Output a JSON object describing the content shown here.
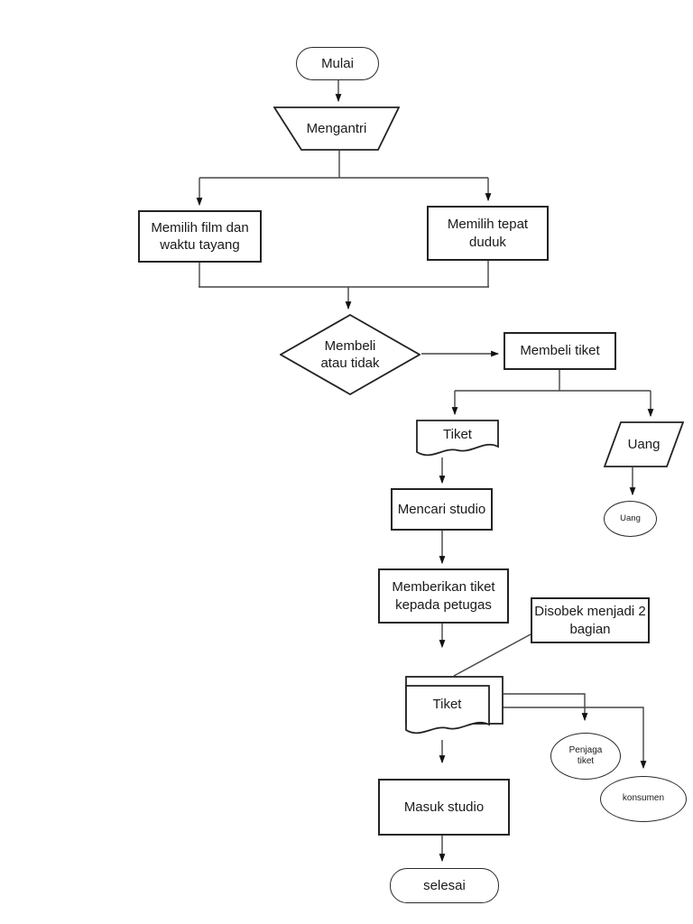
{
  "colors": {
    "background": "#ffffff",
    "shape_fill": "#ffffff",
    "shape_border": "#222222",
    "connector": "#454545",
    "text": "#1a1a1a"
  },
  "nodes": {
    "mulai": {
      "label": "Mulai",
      "type": "terminator"
    },
    "mengantri": {
      "label": "Mengantri",
      "type": "trapezoid-manual-operation"
    },
    "memilih_film": {
      "label": "Memilih film dan\nwaktu tayang",
      "type": "process"
    },
    "memilih_duduk": {
      "label": "Memilih tepat\nduduk",
      "type": "process"
    },
    "membeli_atau_tidak": {
      "label": "Membeli\natau tidak",
      "type": "decision"
    },
    "membeli_tiket": {
      "label": "Membeli tiket",
      "type": "process"
    },
    "tiket_dokumen": {
      "label": "Tiket",
      "type": "document"
    },
    "uang_data": {
      "label": "Uang",
      "type": "parallelogram-input-output"
    },
    "uang_terminal": {
      "label": "Uang",
      "type": "ellipse"
    },
    "mencari_studio": {
      "label": "Mencari studio",
      "type": "process"
    },
    "memberikan_tiket": {
      "label": "Memberikan tiket\nkepada petugas",
      "type": "process"
    },
    "disobek": {
      "label": "Disobek menjadi 2\nbagian",
      "type": "annotation-process"
    },
    "tiket_dokumen_2": {
      "label": "Tiket",
      "type": "stacked-document"
    },
    "penjaga_tiket": {
      "label": "Penjaga\ntiket",
      "type": "ellipse"
    },
    "konsumen": {
      "label": "konsumen",
      "type": "ellipse"
    },
    "masuk_studio": {
      "label": "Masuk studio",
      "type": "process"
    },
    "selesai": {
      "label": "selesai",
      "type": "terminator"
    }
  },
  "edges": [
    {
      "from": "mulai",
      "to": "mengantri"
    },
    {
      "from": "mengantri",
      "to": "memilih_film"
    },
    {
      "from": "mengantri",
      "to": "memilih_duduk"
    },
    {
      "from": "memilih_film",
      "to": "membeli_atau_tidak"
    },
    {
      "from": "memilih_duduk",
      "to": "membeli_atau_tidak"
    },
    {
      "from": "membeli_atau_tidak",
      "to": "membeli_tiket"
    },
    {
      "from": "membeli_tiket",
      "to": "tiket_dokumen"
    },
    {
      "from": "membeli_tiket",
      "to": "uang_data"
    },
    {
      "from": "tiket_dokumen",
      "to": "mencari_studio"
    },
    {
      "from": "uang_data",
      "to": "uang_terminal"
    },
    {
      "from": "mencari_studio",
      "to": "memberikan_tiket"
    },
    {
      "from": "memberikan_tiket",
      "to": "tiket_dokumen_2"
    },
    {
      "from": "disobek",
      "to": "tiket_dokumen_2"
    },
    {
      "from": "tiket_dokumen_2",
      "to": "penjaga_tiket"
    },
    {
      "from": "tiket_dokumen_2",
      "to": "konsumen"
    },
    {
      "from": "tiket_dokumen_2",
      "to": "masuk_studio"
    },
    {
      "from": "masuk_studio",
      "to": "selesai"
    }
  ]
}
